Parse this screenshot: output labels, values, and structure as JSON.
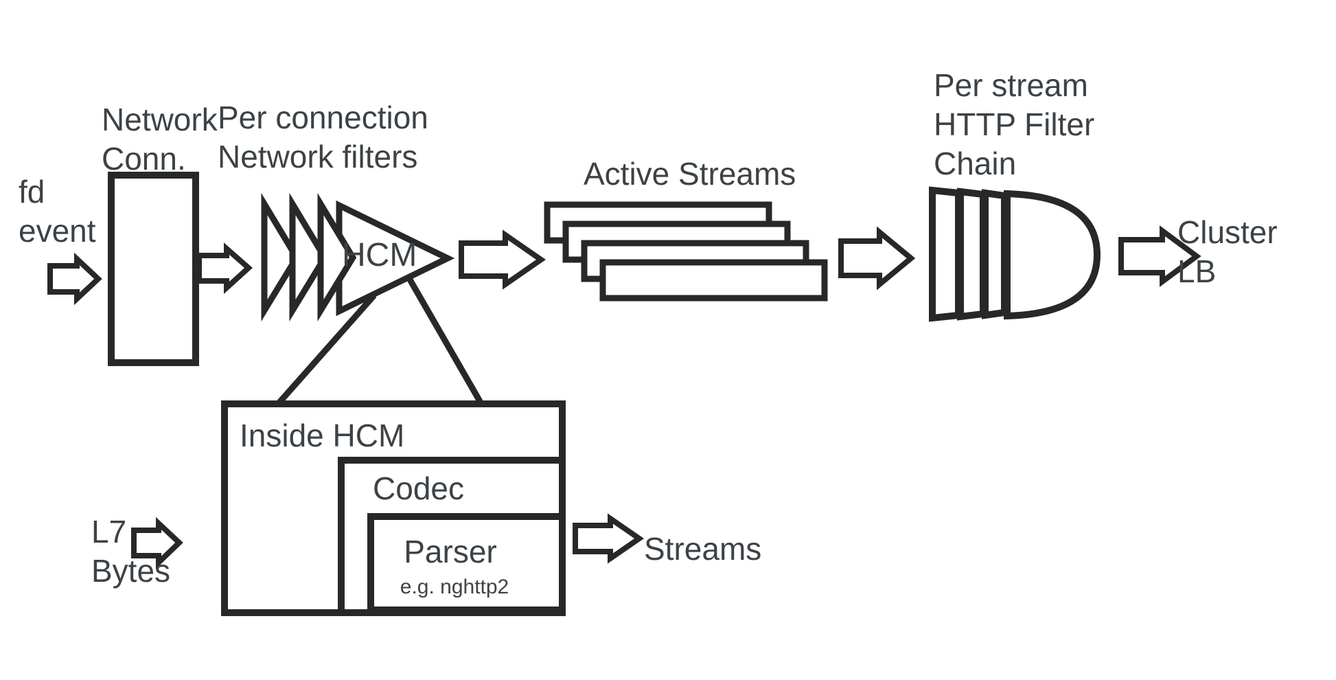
{
  "colors": {
    "background": "#ffffff",
    "stroke": "#26282a",
    "text": "#3d4246"
  },
  "diagram": {
    "labels": {
      "fd_event": "fd\nevent",
      "network_conn": "Network\nConn.",
      "per_connection_filters": "Per connection\nNetwork filters",
      "hcm": "HCM",
      "active_streams": "Active Streams",
      "per_stream_chain": "Per stream\nHTTP Filter\nChain",
      "cluster_lb": "Cluster\nLB",
      "inside_hcm": "Inside HCM",
      "codec": "Codec",
      "parser": "Parser",
      "parser_example": "e.g. nghttp2",
      "l7_bytes": "L7\nBytes",
      "streams": "Streams"
    }
  }
}
